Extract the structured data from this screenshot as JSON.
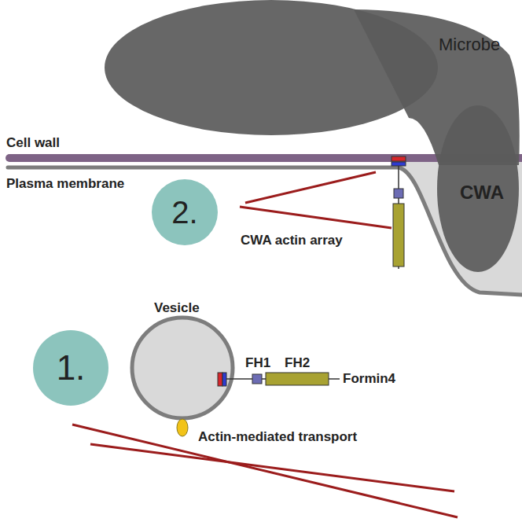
{
  "diagram": {
    "nodes": [
      {
        "text": [
          "Microbe"
        ]
      },
      {
        "text": [
          "CWA"
        ]
      },
      {
        "text": [
          "2."
        ]
      },
      {
        "text": [
          "1."
        ]
      }
    ],
    "labels": [
      "Cell wall",
      "Plasma membrane",
      "CWA actin array",
      "Vesicle",
      "FH1",
      "FH2",
      "Formin4",
      "Actin-mediated transport"
    ]
  }
}
